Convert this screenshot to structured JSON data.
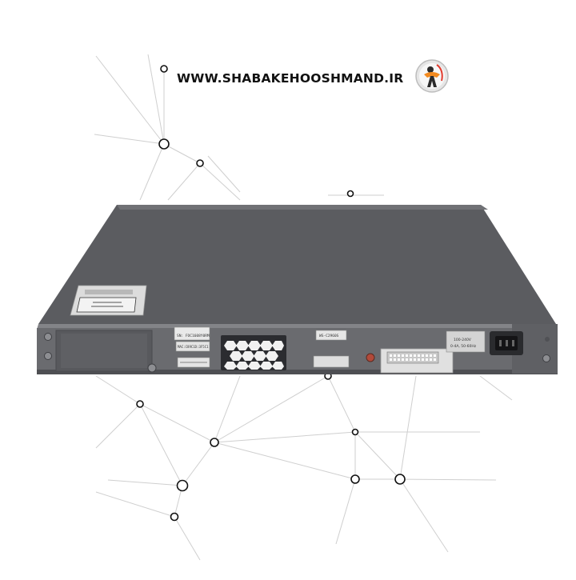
{
  "brand": {
    "website": "WWW.SHABAKEHOOSHMAND.IR",
    "logo_icon": "person-circle-logo-icon"
  },
  "product": {
    "label_serial": "SN: FOC1608Y0RM",
    "label_mac": "MAC:C89C1D:3F5C1",
    "label_model": "WS-C2960S",
    "label_power_lines": [
      "100-240V",
      "0-4A, 50-60Hz"
    ]
  },
  "colors": {
    "background": "#ffffff",
    "chassis_top": "#5f6063",
    "chassis_rear": "#6c6d70",
    "network_lines": "#c8c8c8"
  }
}
